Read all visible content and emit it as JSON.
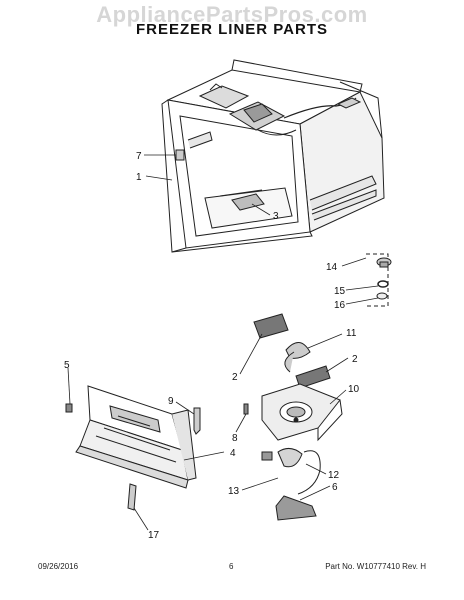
{
  "watermark": "AppliancePartsPros.com",
  "title": "FREEZER LINER PARTS",
  "callouts": [
    "7",
    "1",
    "3",
    "14",
    "15",
    "16",
    "11",
    "2",
    "2",
    "10",
    "5",
    "9",
    "8",
    "4",
    "12",
    "13",
    "6",
    "17"
  ],
  "footer": {
    "date": "09/26/2016",
    "page": "6",
    "part": "Part No. W10777410  Rev. H"
  }
}
